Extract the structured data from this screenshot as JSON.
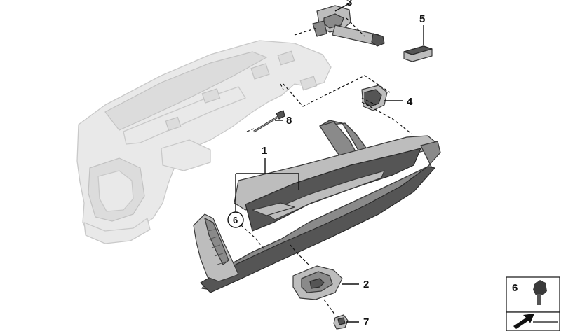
{
  "callouts": {
    "c1": "1",
    "c2": "2",
    "c3": "3",
    "c4": "4",
    "c5": "5",
    "c6": "6",
    "c7": "7",
    "c8": "8"
  },
  "legend_box": {
    "number": "6"
  },
  "colors": {
    "ghost_fill": "#e9e9e9",
    "part_fill": "#8a8a8a",
    "line": "#111111"
  },
  "icons": [
    "arrow-icon",
    "screw-icon"
  ]
}
